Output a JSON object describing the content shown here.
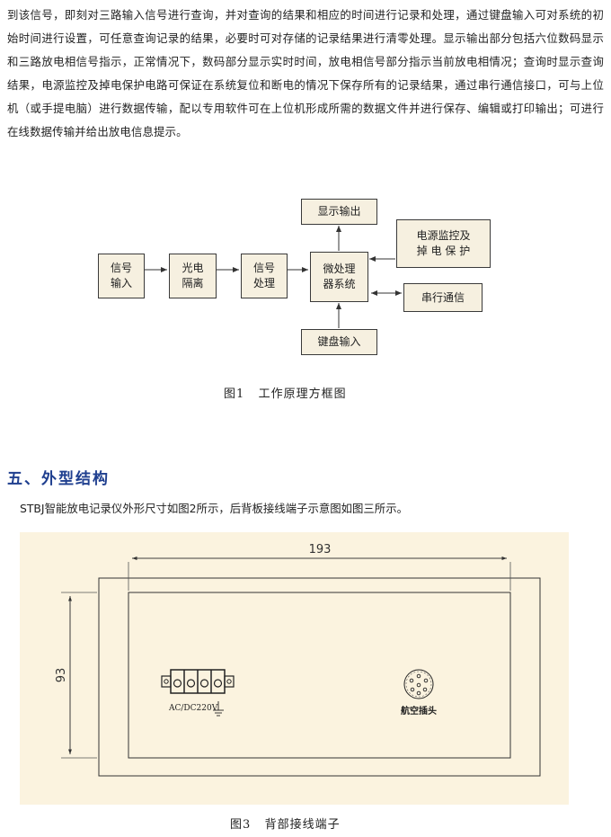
{
  "intro_paragraph": "到该信号，即刻对三路输入信号进行查询，并对查询的结果和相应的时间进行记录和处理，通过键盘输入可对系统的初始时间进行设置，可任意查询记录的结果，必要时可对存储的记录结果进行清零处理。显示输出部分包括六位数码显示和三路放电相信号指示，正常情况下，数码部分显示实时时间，放电相信号部分指示当前放电相情况；查询时显示查询结果，电源监控及掉电保护电路可保证在系统复位和断电的情况下保存所有的记录结果，通过串行通信接口，可与上位机（或手提电脑）进行数据传输，配以专用软件可在上位机形成所需的数据文件并进行保存、编辑或打印输出；可进行在线数据传输并给出放电信息提示。",
  "diagram": {
    "signal_input": "信号\n输入",
    "opto_isolation": "光电\n隔离",
    "signal_processing": "信号\n处理",
    "microprocessor": "微处理\n器系统",
    "display_output": "显示输出",
    "power_monitor": "电源监控及\n掉 电 保 护",
    "serial_comm": "串行通信",
    "keyboard_input": "键盘输入"
  },
  "figure1_caption": "图1   工作原理方框图",
  "section_title": "五、外型结构",
  "section_intro": "STBJ智能放电记录仪外形尺寸如图2所示，后背板接线端子示意图如图三所示。",
  "drawing": {
    "width_dim": "193",
    "height_dim": "93",
    "power_label": "AC/DC220V",
    "connector_label": "航空插头"
  },
  "figure3_caption": "图3   背部接线端子",
  "colors": {
    "box_fill": "#f6f0e0",
    "drawing_bg": "#fbf3df",
    "section_title": "#1f3f8f"
  }
}
